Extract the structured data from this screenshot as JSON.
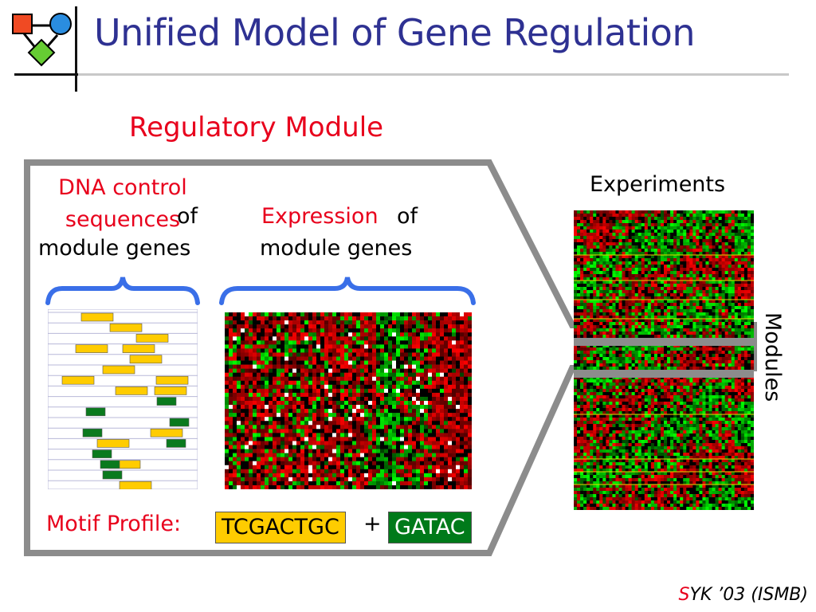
{
  "slide": {
    "title": "Unified Model of Gene Regulation",
    "citation_initial": "S",
    "citation_rest": "YK ’03 (ISMB)"
  },
  "module": {
    "heading": "Regulatory Module",
    "dna_caption_red": "DNA control sequences",
    "dna_caption_black_1": "of",
    "dna_caption_black_2": "module genes",
    "expr_caption_red": "Expression",
    "expr_caption_black_1": "of",
    "expr_caption_black_2": "module genes",
    "motif_label": "Motif Profile:",
    "motif_1": "TCGACTGC",
    "motif_plus": "+",
    "motif_2": "GATAC"
  },
  "matrix": {
    "experiments_label": "Experiments",
    "modules_label": "Modules"
  },
  "colors": {
    "title": "#2e3192",
    "accent_red": "#e8001c",
    "frame_gray": "#8c8c8c",
    "brace_blue": "#3a6fe8",
    "motif_yellow": "#ffcc00",
    "motif_green": "#007a1a"
  },
  "logo": {
    "shapes": [
      "red-square",
      "blue-circle",
      "green-diamond"
    ]
  }
}
